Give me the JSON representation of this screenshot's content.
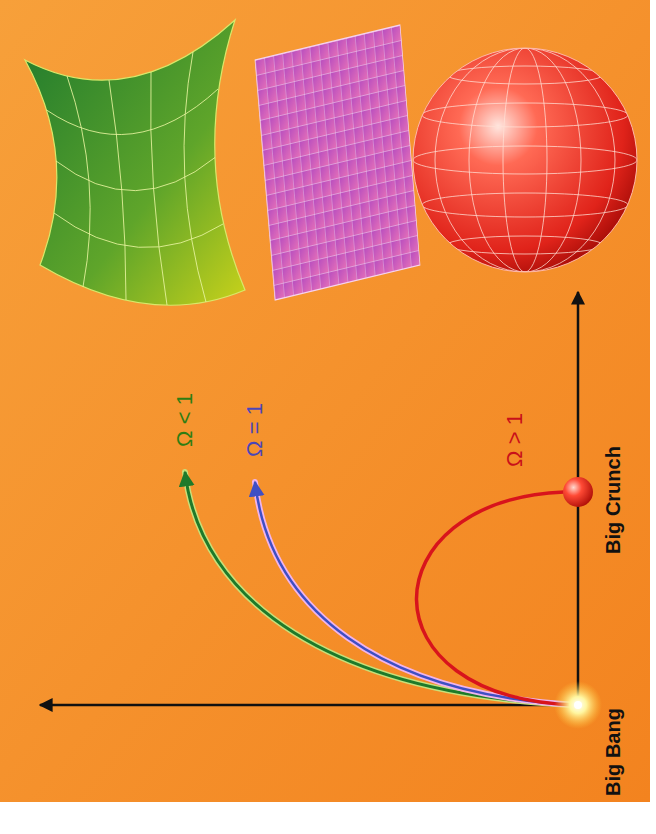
{
  "diagram": {
    "labels": [
      "Big Bang",
      "Big Crunch",
      "Ω < 1",
      "Ω = 1",
      "Ω > 1"
    ]
  }
}
